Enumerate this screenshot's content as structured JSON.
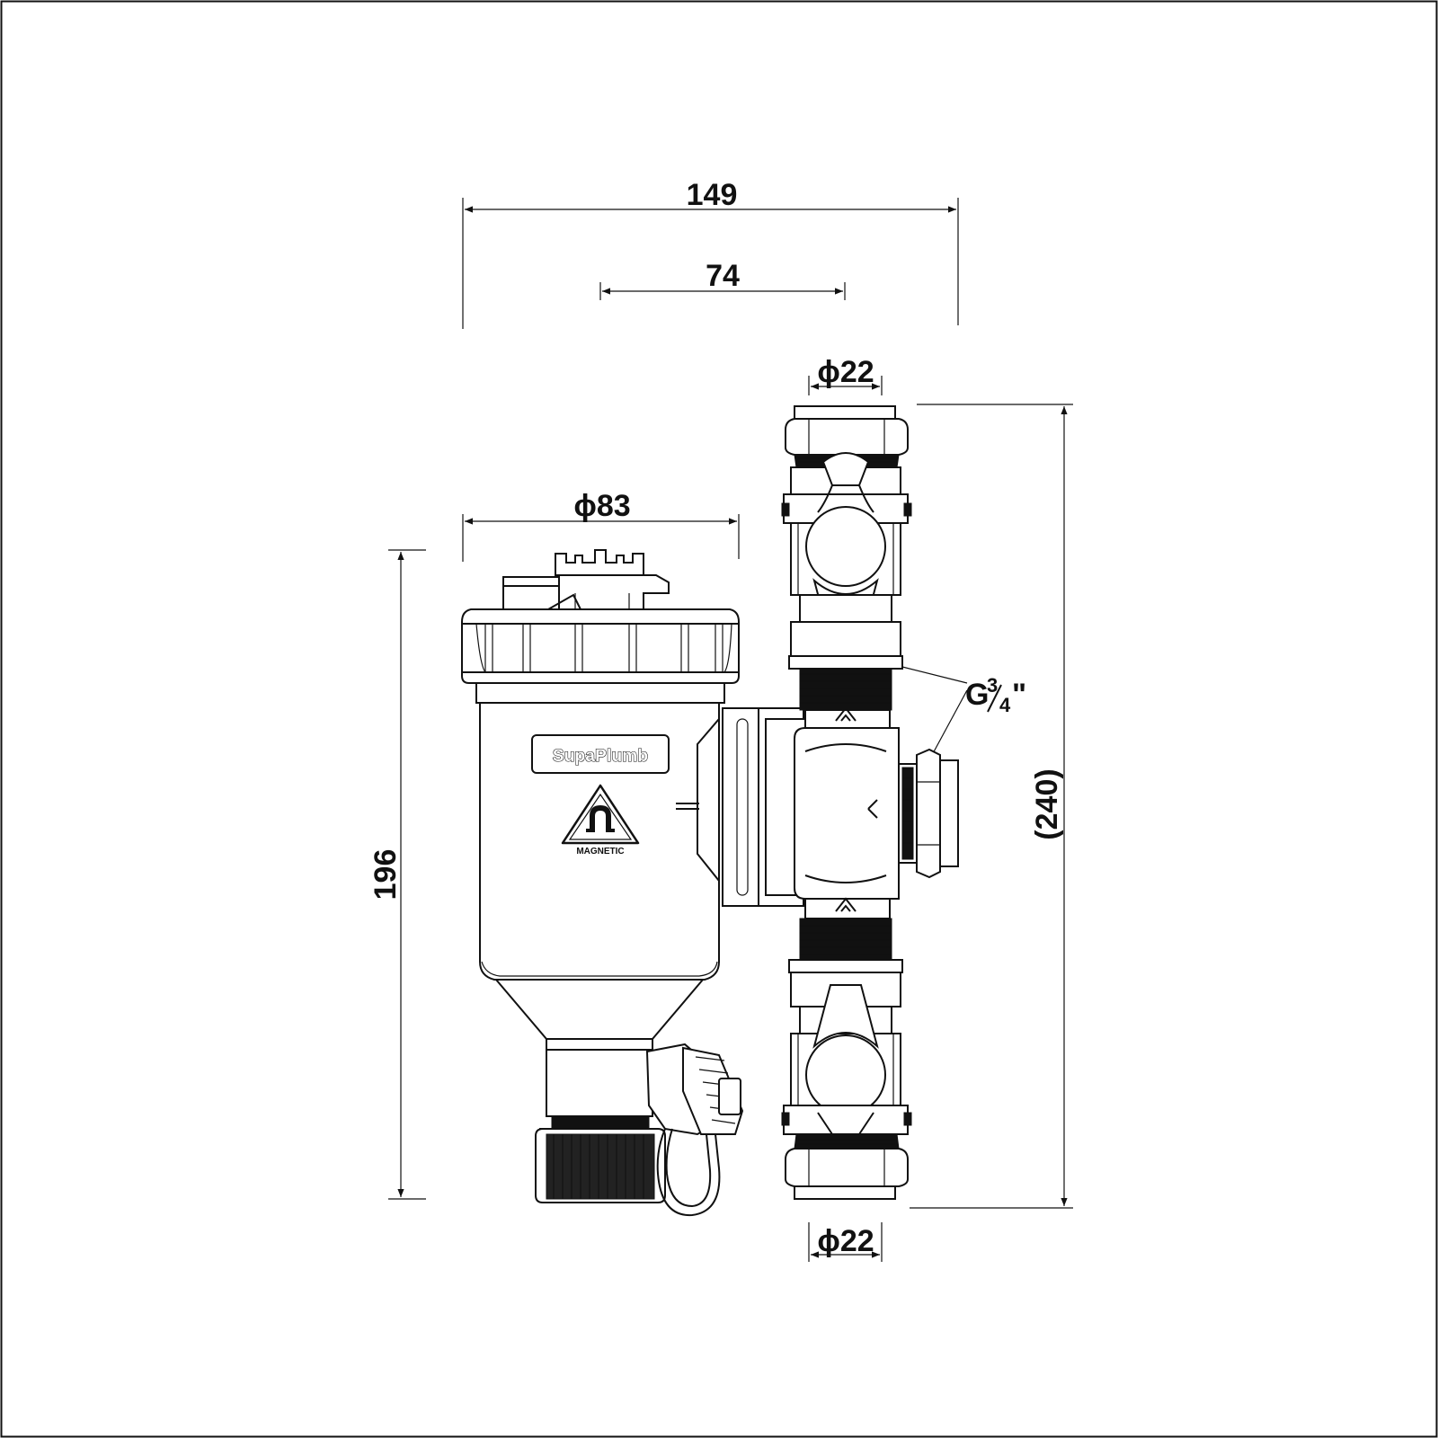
{
  "dimensions": {
    "overall_width": "149",
    "offset": "74",
    "pipe_top": "ϕ22",
    "pipe_bottom": "ϕ22",
    "body_diameter": "ϕ83",
    "height_body": "196",
    "height_total": "(240)",
    "thread": {
      "letter": "G",
      "numerator": "3",
      "denominator": "4",
      "suffix": "\""
    }
  },
  "labels": {
    "brand": "SupaPlumb",
    "warning": "MAGNETIC"
  }
}
